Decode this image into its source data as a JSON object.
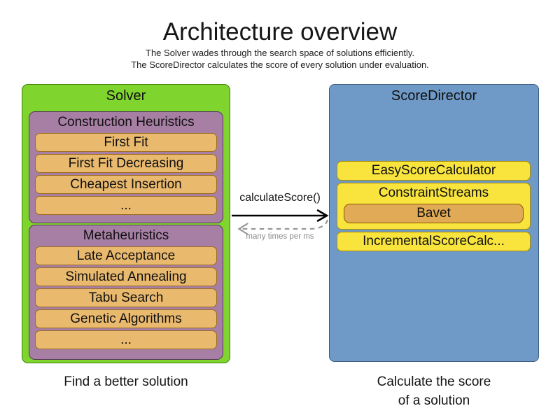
{
  "title": "Architecture overview",
  "subtitle_line1": "The Solver wades through the search space of solutions efficiently.",
  "subtitle_line2": "The ScoreDirector calculates the score of every solution under evaluation.",
  "colors": {
    "green": "#7fd52e",
    "green_border": "#3e7f06",
    "purple": "#a77fa5",
    "purple_border": "#543a5a",
    "orange": "#e9b96e",
    "orange_border": "#9c6c1c",
    "yellow": "#f8e43c",
    "yellow_border": "#a98e00",
    "blue": "#6f9ac8",
    "blue_border": "#3a5a7d",
    "bavet_orange": "#e0aa56",
    "bavet_border": "#8f5902",
    "arrow_black": "#000000",
    "arrow_gray": "#979797"
  },
  "solver": {
    "label": "Solver",
    "caption": "Find a better solution",
    "groups": [
      {
        "label": "Construction Heuristics",
        "items": [
          "First Fit",
          "First Fit Decreasing",
          "Cheapest Insertion",
          "..."
        ]
      },
      {
        "label": "Metaheuristics",
        "items": [
          "Late Acceptance",
          "Simulated Annealing",
          "Tabu Search",
          "Genetic Algorithms",
          "..."
        ]
      }
    ]
  },
  "score_director": {
    "label": "ScoreDirector",
    "caption_line1": "Calculate the score",
    "caption_line2": "of a solution",
    "calculators": [
      {
        "label": "EasyScoreCalculator"
      },
      {
        "label": "ConstraintStreams",
        "items": [
          "Bavet"
        ]
      },
      {
        "label": "IncrementalScoreCalc..."
      }
    ]
  },
  "connection": {
    "call_label": "calculateScore()",
    "frequency_label": "many times per ms"
  }
}
